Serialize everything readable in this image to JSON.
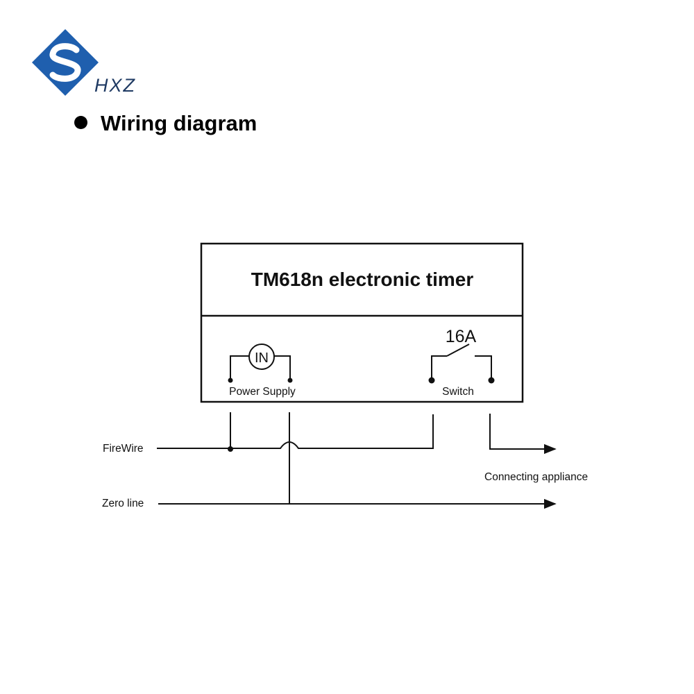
{
  "brand": {
    "logo_icon": "hxz-diamond-s-logo",
    "name": "HXZ",
    "color": "#1f5fae"
  },
  "section": {
    "bullet_icon": "filled-circle-bullet",
    "title": "Wiring diagram"
  },
  "timer": {
    "title": "TM618n electronic timer",
    "power_label": "Power Supply",
    "motor_symbol": "IN",
    "switch_label": "Switch",
    "rating": "16A"
  },
  "wires": {
    "fire": "FireWire",
    "zero": "Zero line",
    "appliance": "Connecting appliance"
  }
}
